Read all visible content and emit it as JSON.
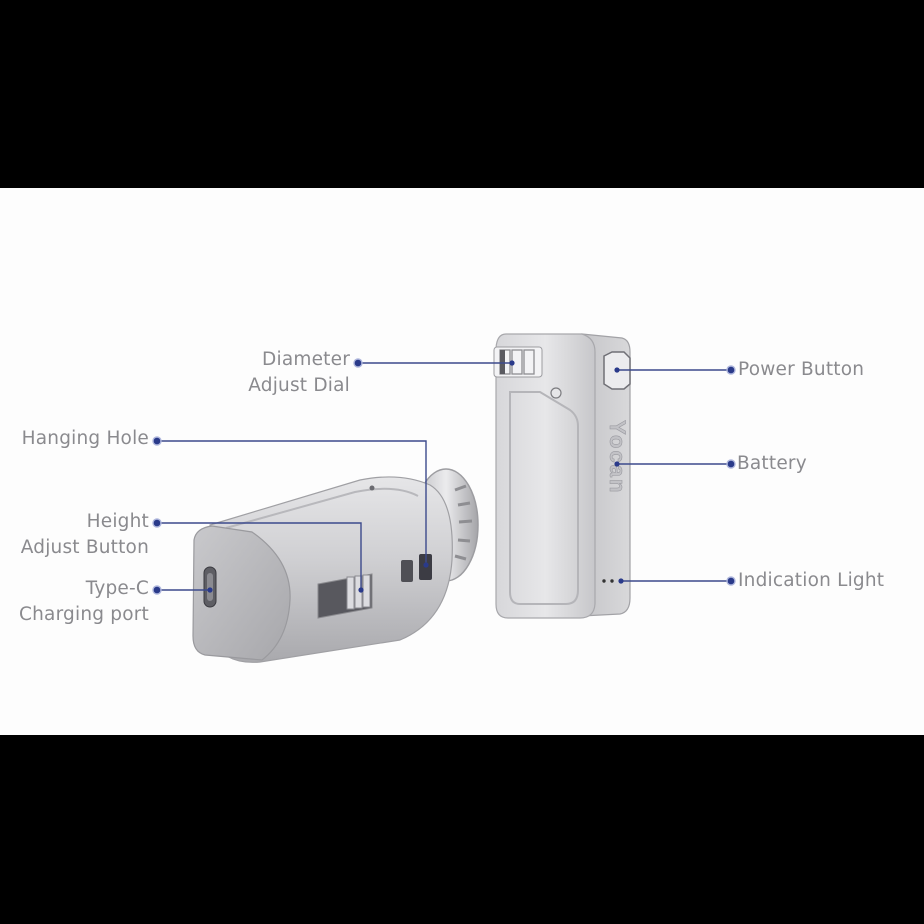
{
  "colors": {
    "background_bars": "#000000",
    "panel": "#fdfdfd",
    "label_text": "#8a8a8e",
    "callout_line": "#3c4a8c",
    "callout_dot": "#2a3a8a",
    "device_body": "#cfcfd1"
  },
  "devices": [
    {
      "name": "vaporizer-horizontal-view",
      "brand_mark": ""
    },
    {
      "name": "vaporizer-vertical-view",
      "brand_mark": "Yocan"
    }
  ],
  "callouts_left": [
    {
      "id": "diameter-adjust-dial",
      "line1": "Diameter",
      "line2": "Adjust Dial"
    },
    {
      "id": "hanging-hole",
      "line1": "Hanging Hole",
      "line2": ""
    },
    {
      "id": "height-adjust-button",
      "line1": "Height",
      "line2": "Adjust Button"
    },
    {
      "id": "type-c-charging-port",
      "line1": "Type-C",
      "line2": "Charging port"
    }
  ],
  "callouts_right": [
    {
      "id": "power-button",
      "label": "Power Button"
    },
    {
      "id": "battery",
      "label": "Battery"
    },
    {
      "id": "indication-light",
      "label": "Indication Light"
    }
  ]
}
